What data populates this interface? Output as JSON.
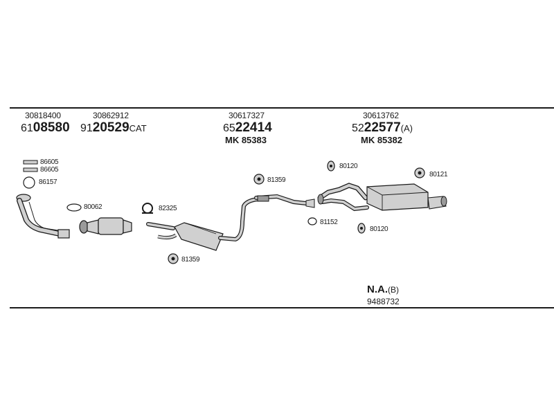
{
  "header": {
    "groups": [
      {
        "oe": "30818400",
        "code_prefix": "61",
        "code_main": "08580",
        "code_suffix": "",
        "mk": ""
      },
      {
        "oe": "30862912",
        "code_prefix": "91",
        "code_main": "20529",
        "code_suffix": "CAT",
        "mk": ""
      },
      {
        "oe": "30617327",
        "code_prefix": "65",
        "code_main": "22414",
        "code_suffix": "",
        "mk": "MK 85383"
      },
      {
        "oe": "30613762",
        "code_prefix": "52",
        "code_main": "22577",
        "code_suffix": "(A)",
        "mk": "MK 85382"
      }
    ]
  },
  "parts": {
    "gasket_top": "86605",
    "gasket_bottom": "86605",
    "ring_86157": "86157",
    "gasket_80062": "80062",
    "clamp_82325": "82325",
    "mount_81359_a": "81359",
    "mount_81359_b": "81359",
    "ring_81152": "81152",
    "mount_80120_a": "80120",
    "mount_80120_b": "80120",
    "mount_80121": "80121"
  },
  "footer": {
    "na_main": "N.A.",
    "na_suffix": "(B)",
    "na_number": "9488732"
  },
  "colors": {
    "ink": "#1a1a1a",
    "part_fill": "#d0d0d0",
    "part_dark": "#9a9a9a"
  }
}
